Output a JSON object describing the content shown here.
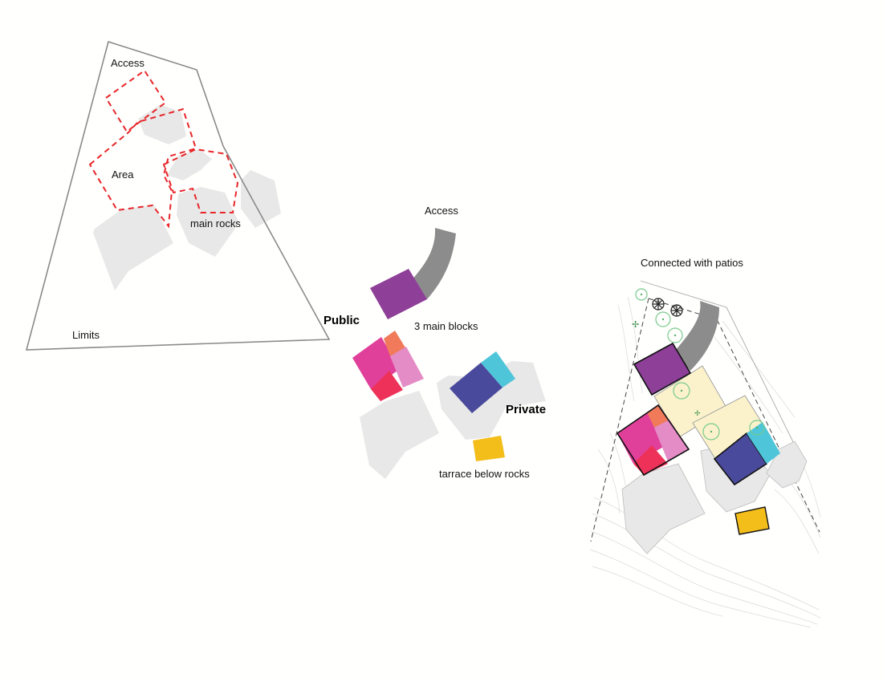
{
  "labels": {
    "access_1": "Access",
    "area": "Area",
    "main_rocks": "main rocks",
    "limits": "Limits",
    "access_2": "Access",
    "public": "Public",
    "three_main_blocks": "3 main blocks",
    "private": "Private",
    "terrace_below_rocks": "tarrace below rocks",
    "connected_with_patios": "Connected with patios"
  },
  "colors": {
    "purple": "#8e3f98",
    "magenta": "#e0409a",
    "red": "#ee3158",
    "orange": "#f07a5a",
    "pink": "#e48cc6",
    "indigo": "#4a4a9c",
    "cyan": "#4fc5d9",
    "yellow": "#f3bd1a",
    "patio": "#fbf2cc",
    "access_gray": "#8c8c8c",
    "rock_gray": "#e8e8e8",
    "dash_red": "#e8262a"
  }
}
